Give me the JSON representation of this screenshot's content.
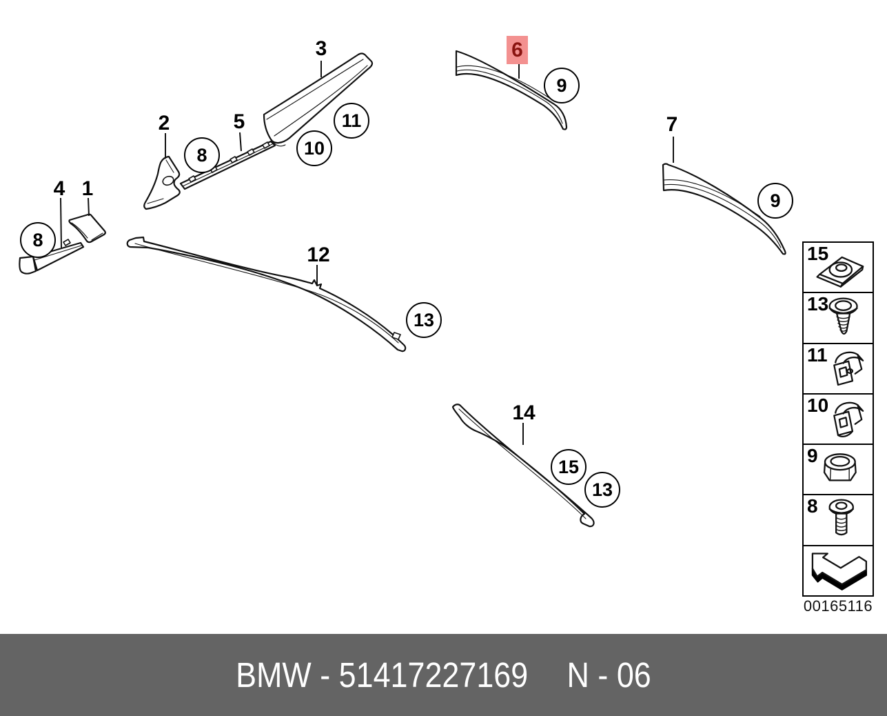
{
  "page": {
    "background_color": "#ffffff"
  },
  "diagram": {
    "highlight_label": {
      "text": "6",
      "bg_color": "#f39190",
      "text_color": "#8a1410"
    },
    "plain_labels": [
      {
        "text": "1"
      },
      {
        "text": "2"
      },
      {
        "text": "3"
      },
      {
        "text": "4"
      },
      {
        "text": "5"
      },
      {
        "text": "7"
      },
      {
        "text": "12"
      },
      {
        "text": "14"
      }
    ],
    "circle_labels": [
      {
        "text": "8"
      },
      {
        "text": "8"
      },
      {
        "text": "9"
      },
      {
        "text": "9"
      },
      {
        "text": "10"
      },
      {
        "text": "11"
      },
      {
        "text": "13"
      },
      {
        "text": "13"
      },
      {
        "text": "15"
      }
    ],
    "line_color": "#111111"
  },
  "sidebar": {
    "items": [
      {
        "number": "15",
        "icon": "speed-nut"
      },
      {
        "number": "13",
        "icon": "self-tapping-screw"
      },
      {
        "number": "11",
        "icon": "spring-clip"
      },
      {
        "number": "10",
        "icon": "spring-clip"
      },
      {
        "number": "9",
        "icon": "lock-nut"
      },
      {
        "number": "8",
        "icon": "socket-screw"
      }
    ],
    "image_number": "00165116"
  },
  "footer": {
    "brand_part": "BMW - 51417227169",
    "page_code": "N - 06",
    "bg_color": "#646464",
    "text_color": "#ffffff"
  }
}
